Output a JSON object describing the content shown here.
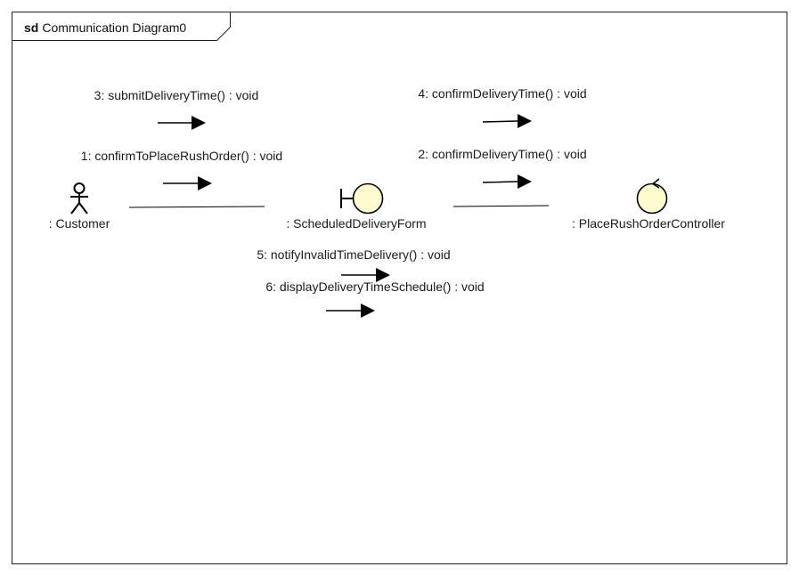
{
  "frame": {
    "keyword": "sd",
    "name": "Communication Diagram0"
  },
  "lifelines": {
    "customer": {
      "label": ": Customer",
      "kind": "actor"
    },
    "form": {
      "label": ": ScheduledDeliveryForm",
      "kind": "boundary"
    },
    "controller": {
      "label": ": PlaceRushOrderController",
      "kind": "control"
    }
  },
  "messages": {
    "m1": "1: confirmToPlaceRushOrder() : void",
    "m2": "2: confirmDeliveryTime() : void",
    "m3": "3: submitDeliveryTime() : void",
    "m4": "4: confirmDeliveryTime() : void",
    "m5": "5: notifyInvalidTimeDelivery() : void",
    "m6": "6: displayDeliveryTimeSchedule() : void"
  },
  "colors": {
    "element_fill": "#fffbd0",
    "stroke": "#000000",
    "background": "#ffffff"
  }
}
